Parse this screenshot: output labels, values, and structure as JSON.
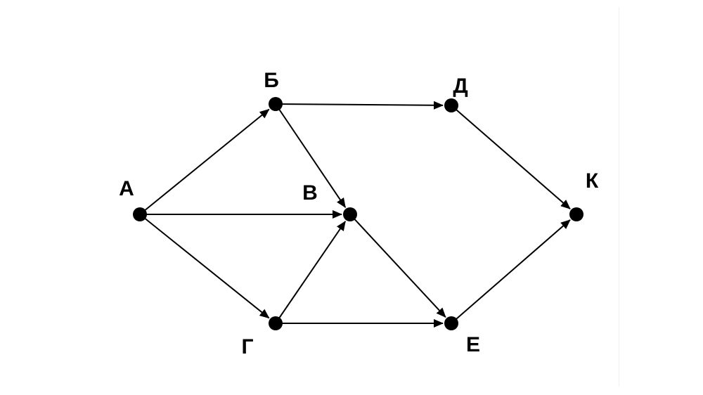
{
  "graph": {
    "nodes": [
      {
        "id": "A",
        "label": "А"
      },
      {
        "id": "B",
        "label": "Б"
      },
      {
        "id": "V",
        "label": "В"
      },
      {
        "id": "G",
        "label": "Г"
      },
      {
        "id": "D",
        "label": "Д"
      },
      {
        "id": "E",
        "label": "Е"
      },
      {
        "id": "K",
        "label": "К"
      }
    ],
    "edges": [
      {
        "from": "A",
        "to": "B"
      },
      {
        "from": "A",
        "to": "V"
      },
      {
        "from": "A",
        "to": "G"
      },
      {
        "from": "B",
        "to": "D"
      },
      {
        "from": "B",
        "to": "V"
      },
      {
        "from": "G",
        "to": "V"
      },
      {
        "from": "G",
        "to": "E"
      },
      {
        "from": "V",
        "to": "E"
      },
      {
        "from": "D",
        "to": "K"
      },
      {
        "from": "E",
        "to": "K"
      }
    ],
    "color": "#000000"
  }
}
